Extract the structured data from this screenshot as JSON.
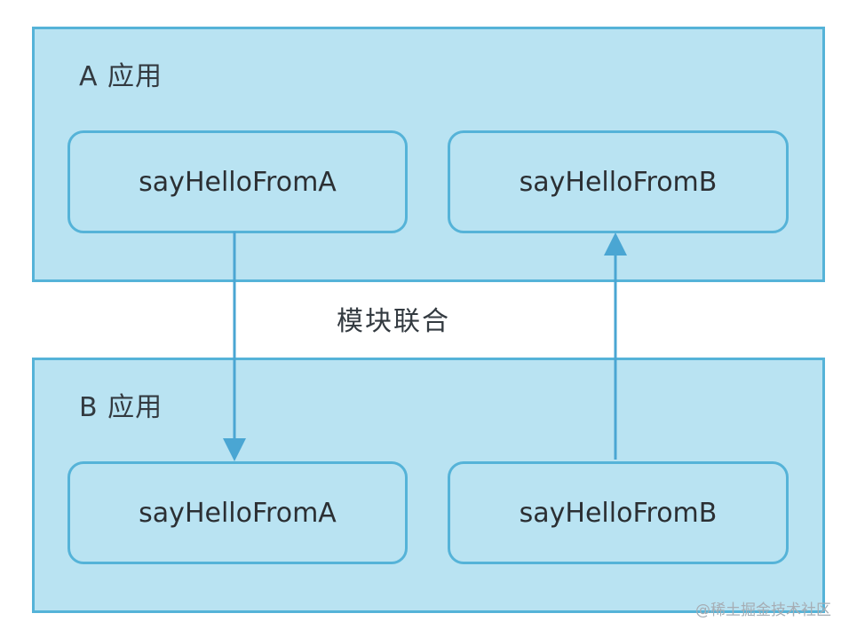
{
  "apps": [
    {
      "title": "A 应用",
      "modules": [
        "sayHelloFromA",
        "sayHelloFromB"
      ]
    },
    {
      "title": "B 应用",
      "modules": [
        "sayHelloFromA",
        "sayHelloFromB"
      ]
    }
  ],
  "caption": "模块联合",
  "watermark": "@稀土掘金技术社区",
  "arrows": [
    {
      "from": "A 应用.sayHelloFromA",
      "to": "B 应用.sayHelloFromA"
    },
    {
      "from": "B 应用.sayHelloFromB",
      "to": "A 应用.sayHelloFromB"
    }
  ],
  "colors": {
    "box_fill": "#b9e3f2",
    "box_border": "#55b3d8",
    "arrow": "#4aa6d3",
    "text": "#2b2f33"
  }
}
